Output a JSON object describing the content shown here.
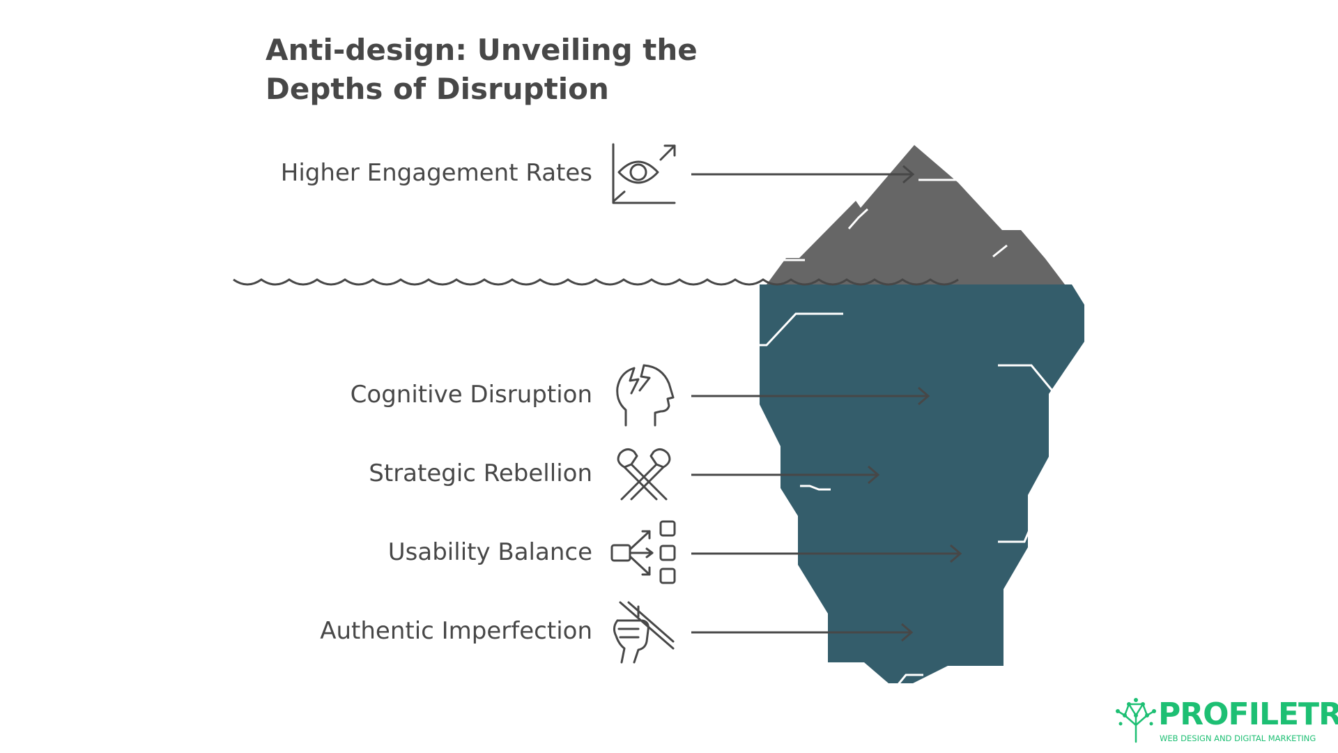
{
  "title": "Anti-design: Unveiling the Depths of Disruption",
  "items": [
    {
      "label": "Higher Engagement Rates",
      "icon": "eye-chart-icon"
    },
    {
      "label": "Cognitive Disruption",
      "icon": "broken-head-icon"
    },
    {
      "label": "Strategic Rebellion",
      "icon": "crossed-fists-icon"
    },
    {
      "label": "Usability Balance",
      "icon": "branching-options-icon"
    },
    {
      "label": "Authentic Imperfection",
      "icon": "hand-holding-sticks-icon"
    }
  ],
  "logo": {
    "name": "PROFILETREE",
    "tagline": "WEB DESIGN AND DIGITAL MARKETING"
  },
  "colors": {
    "iceberg_top": "#666666",
    "iceberg_bottom": "#345d6b",
    "text": "#474747",
    "line": "#474747",
    "brand": "#1dbf73"
  }
}
